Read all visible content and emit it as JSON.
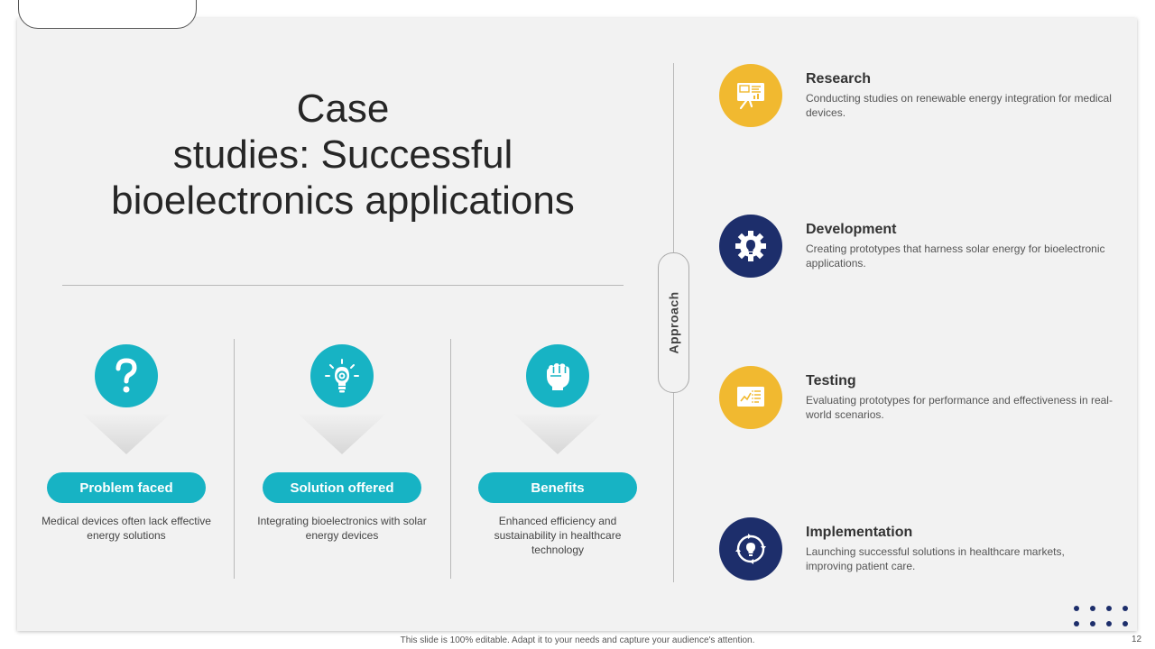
{
  "slide": {
    "title_lines": [
      "Case",
      "studies: Successful",
      "bioelectronics applications"
    ],
    "footer": "This slide is 100% editable. Adapt it to your needs and capture your audience's attention.",
    "page_number": "12"
  },
  "columns": [
    {
      "icon": "question-mark-icon",
      "label": "Problem faced",
      "description": "Medical devices often lack effective energy solutions"
    },
    {
      "icon": "lightbulb-gear-icon",
      "label": "Solution offered",
      "description": "Integrating bioelectronics with solar energy devices"
    },
    {
      "icon": "raised-fist-icon",
      "label": "Benefits",
      "description": "Enhanced efficiency and sustainability in healthcare technology"
    }
  ],
  "approach": {
    "label": "Approach",
    "steps": [
      {
        "title": "Research",
        "description": "Conducting studies on renewable energy integration for medical devices.",
        "icon": "presentation-board-icon",
        "color": "#f1b930"
      },
      {
        "title": "Development",
        "description": "Creating prototypes that harness solar energy for bioelectronic applications.",
        "icon": "gear-bulb-icon",
        "color": "#1d2e6b"
      },
      {
        "title": "Testing",
        "description": "Evaluating prototypes for performance and effectiveness in real-world scenarios.",
        "icon": "dashboard-chart-icon",
        "color": "#f1b930"
      },
      {
        "title": "Implementation",
        "description": "Launching successful solutions in healthcare markets, improving patient care.",
        "icon": "cycle-bulb-icon",
        "color": "#1d2e6b"
      }
    ]
  },
  "colors": {
    "teal": "#17b3c4",
    "yellow": "#f1b930",
    "navy": "#1d2e6b",
    "panel": "#f2f2f2"
  }
}
